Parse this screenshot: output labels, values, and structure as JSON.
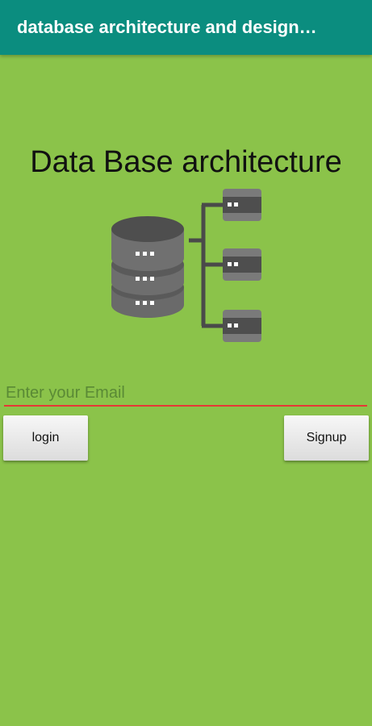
{
  "app_bar": {
    "title": "database architecture and design…",
    "background_color": "#0b8d7f"
  },
  "page": {
    "background_color": "#8bc34a",
    "heading": "Data Base architecture"
  },
  "illustration": {
    "icon": "database-server-icon"
  },
  "form": {
    "email_placeholder": "Enter your Email",
    "email_value": "",
    "underline_color": "#e53935"
  },
  "buttons": {
    "login_label": "login",
    "signup_label": "Signup"
  }
}
